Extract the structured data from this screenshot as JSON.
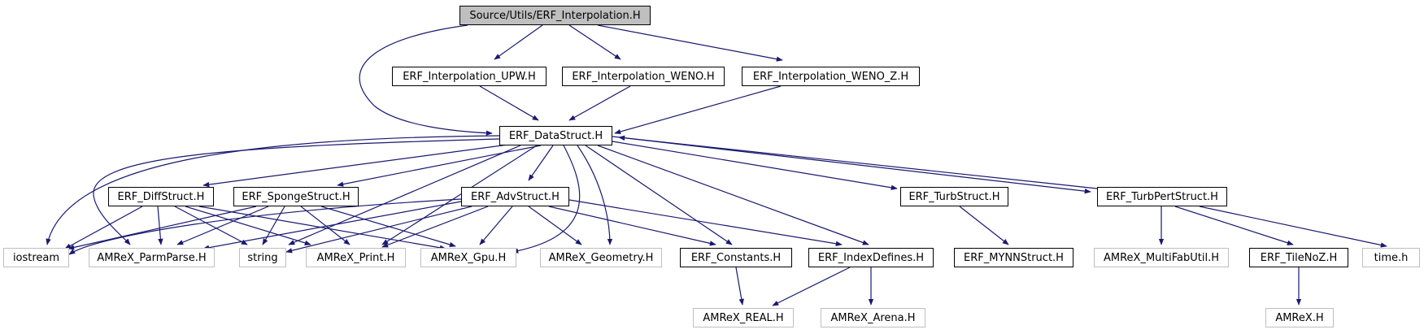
{
  "graph": {
    "edge_color": "#191970",
    "root_fill": "#bfbfbf",
    "external_border": "#bfbfbf",
    "nodes": {
      "root": "Source/Utils/ERF_Interpolation.H",
      "upw": "ERF_Interpolation_UPW.H",
      "weno": "ERF_Interpolation_WENO.H",
      "wenoz": "ERF_Interpolation_WENO_Z.H",
      "datastruct": "ERF_DataStruct.H",
      "diffstruct": "ERF_DiffStruct.H",
      "spongestruct": "ERF_SpongeStruct.H",
      "advstruct": "ERF_AdvStruct.H",
      "turbstruct": "ERF_TurbStruct.H",
      "turbpertstruct": "ERF_TurbPertStruct.H",
      "iostream": "iostream",
      "parmparse": "AMReX_ParmParse.H",
      "string": "string",
      "print": "AMReX_Print.H",
      "gpu": "AMReX_Gpu.H",
      "geometry": "AMReX_Geometry.H",
      "constants": "ERF_Constants.H",
      "indexdefines": "ERF_IndexDefines.H",
      "mynn": "ERF_MYNNStruct.H",
      "multifabutil": "AMReX_MultiFabUtil.H",
      "tilenoz": "ERF_TileNoZ.H",
      "time": "time.h",
      "real": "AMReX_REAL.H",
      "arena": "AMReX_Arena.H",
      "amrex": "AMReX.H"
    }
  }
}
